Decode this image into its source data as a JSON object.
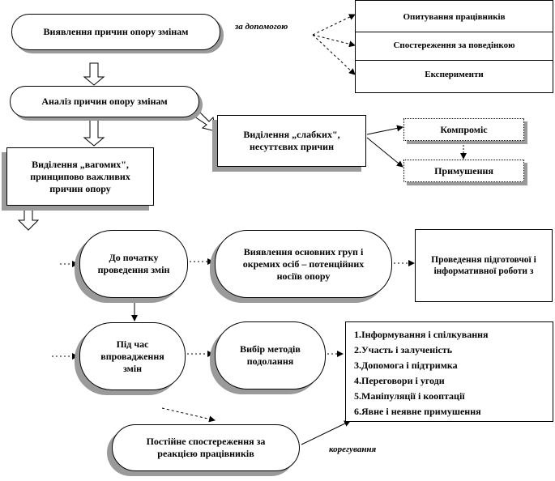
{
  "nodes": {
    "identify_causes": "Виявлення причин опору змінам",
    "analyze_causes": "Аналіз причин опору змінам",
    "important_causes": "Виділення „вагомих\", принципово важливих причин опору",
    "weak_causes": "Виділення „слабких\", несуттєвих причин",
    "compromise": "Компроміс",
    "coercion": "Примушення",
    "before_change": "До початку проведення змін",
    "identify_groups": "Виявлення основних груп і окремих осіб – потенційних носіїв опору",
    "preparatory_work": "Проведення підготовчої і інформативної роботи з",
    "during_change": "Під час впровадження змін",
    "choose_methods": "Вибір методів подолання",
    "monitoring": "Постійне спостереження за реакцією працівників"
  },
  "via_label": "за допомогою",
  "correction_label": "корегування",
  "methods_top": [
    "Опитування працівників",
    "Спостереження за поведінкою",
    "Експерименти"
  ],
  "methods_list": [
    "1.Інформування і спілкування",
    "2.Участь і залученість",
    "3.Допомога і підтримка",
    "4.Переговори і угоди",
    "5.Маніпуляції  і кооптації",
    "6.Явне і неявне примушення"
  ]
}
